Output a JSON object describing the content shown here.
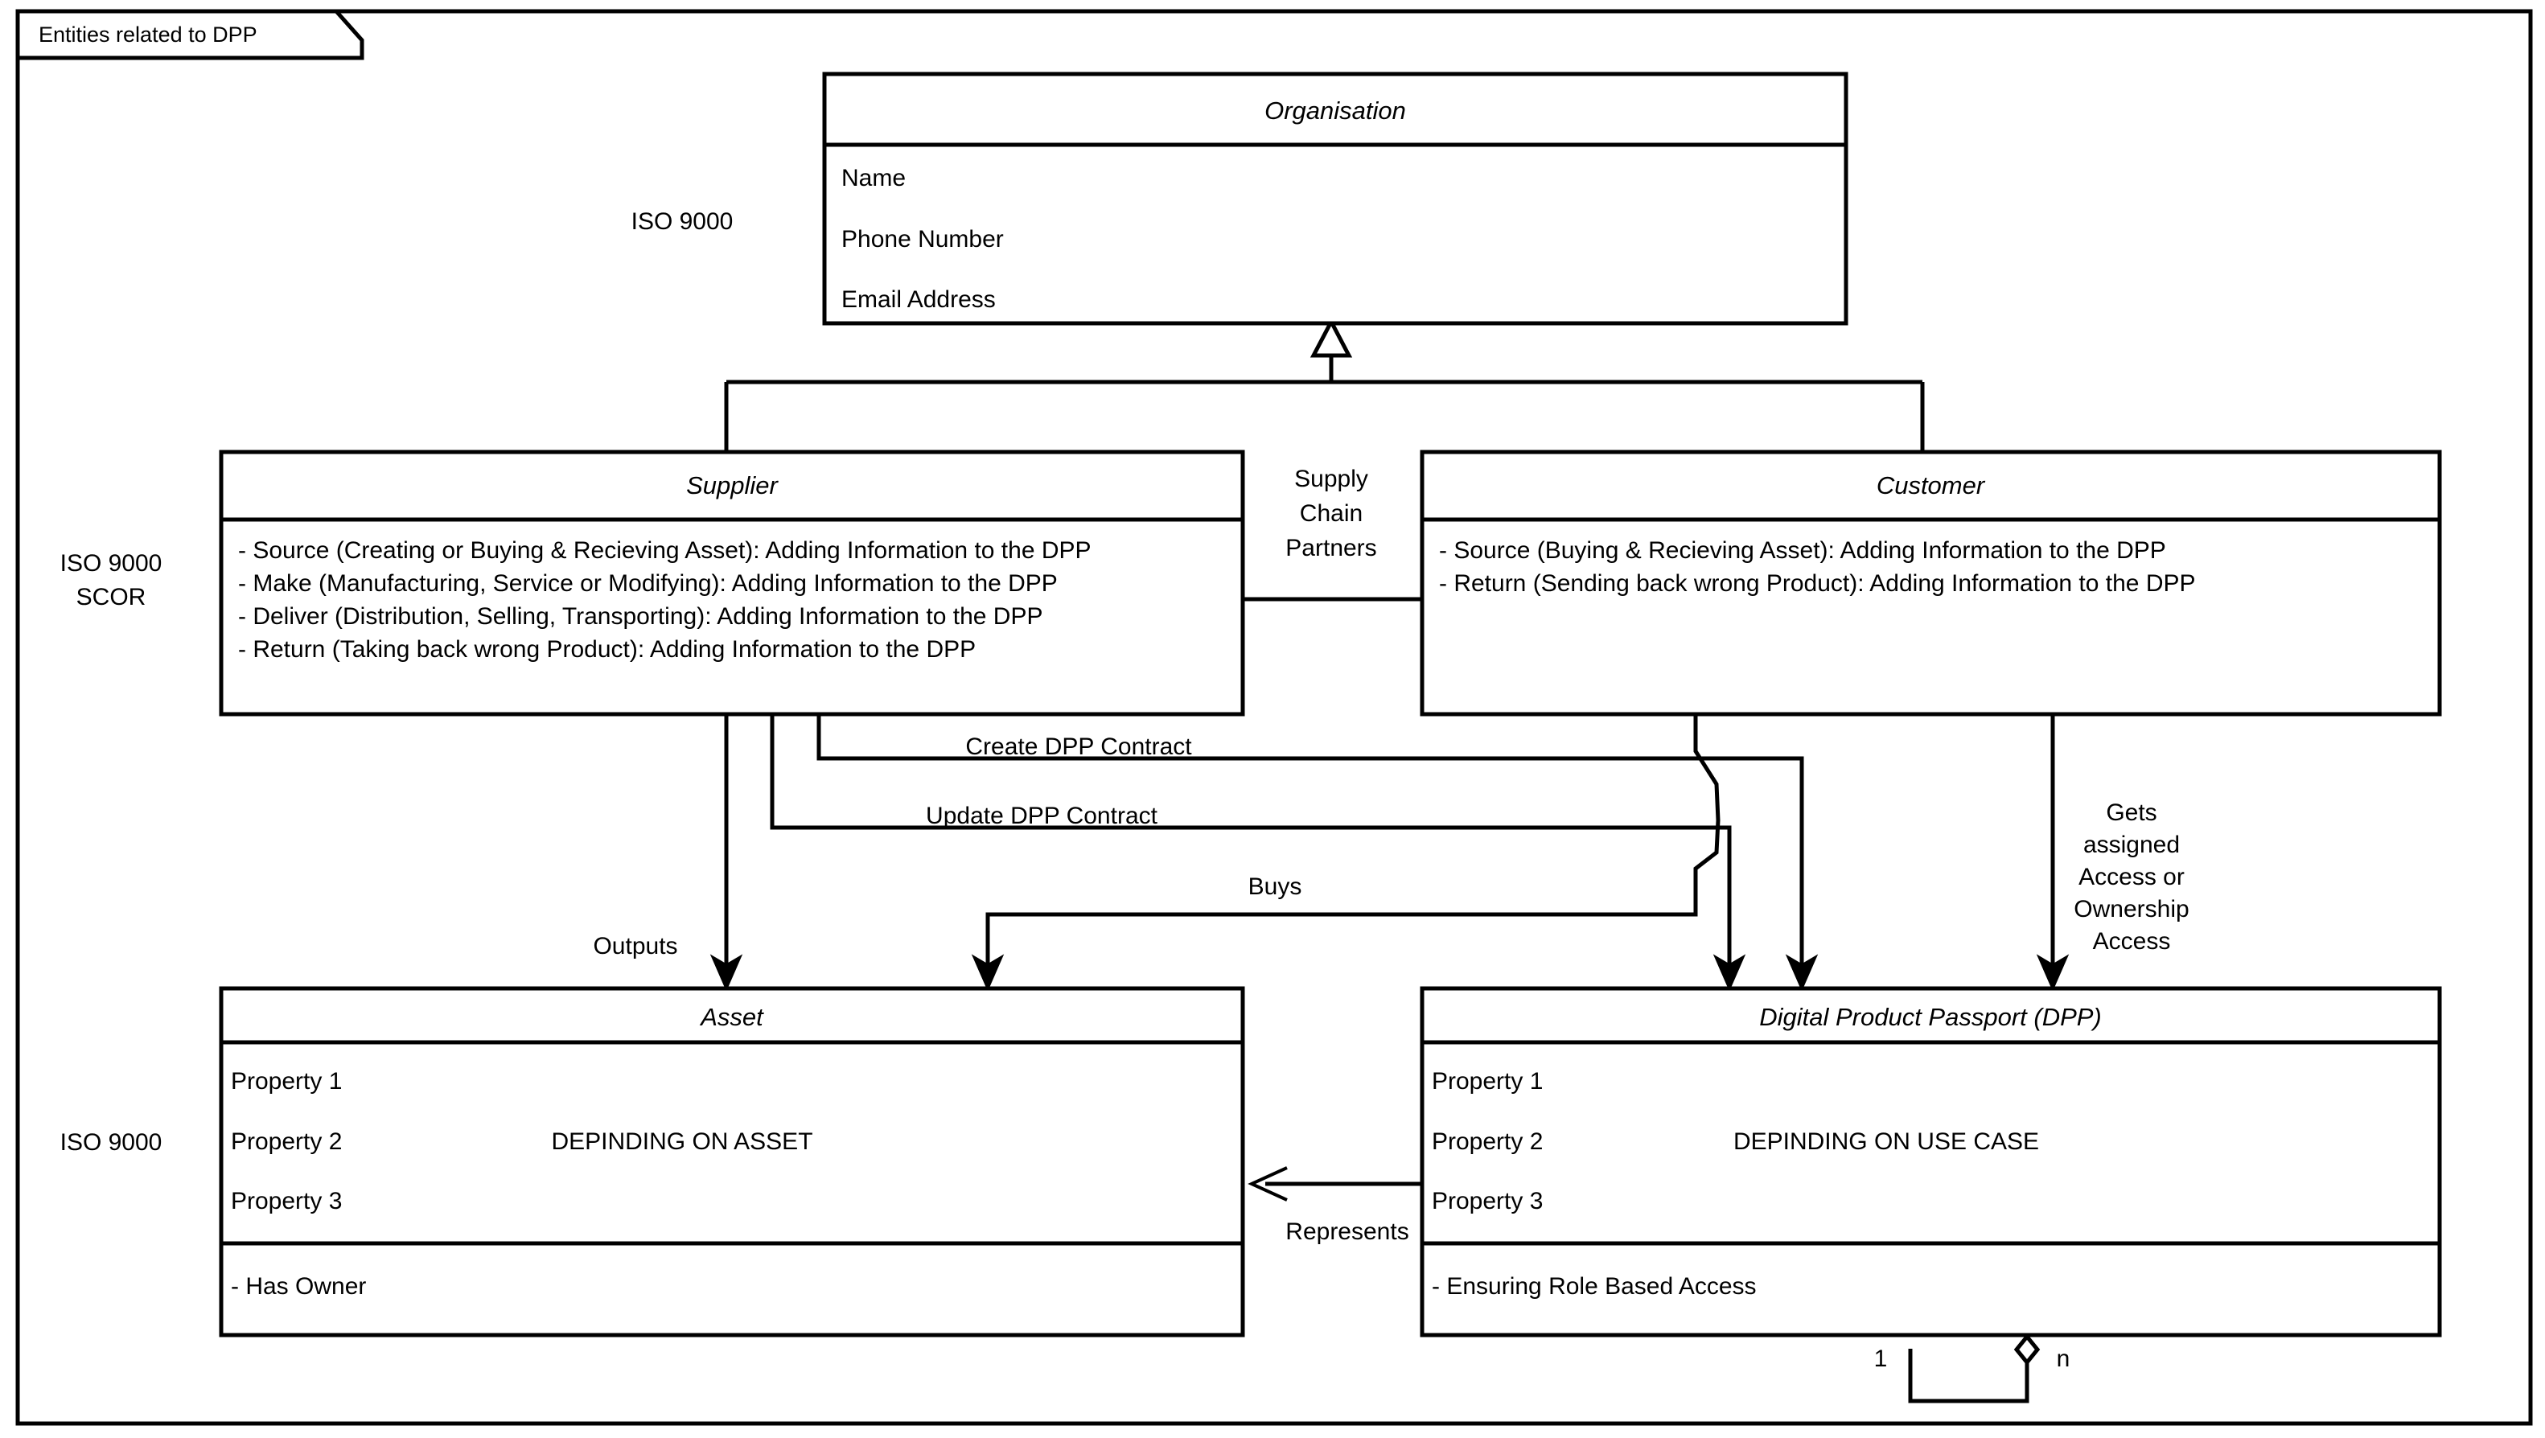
{
  "frame": {
    "label": "Entities related to DPP"
  },
  "side_labels": [
    {
      "lines": [
        "ISO 9000"
      ]
    },
    {
      "lines": [
        "ISO 9000",
        "SCOR"
      ]
    },
    {
      "lines": [
        "ISO 9000"
      ]
    }
  ],
  "classes": {
    "organisation": {
      "title": "Organisation",
      "attributes": [
        "Name",
        "Phone Number",
        "Email Address"
      ]
    },
    "supplier": {
      "title": "Supplier",
      "attributes": [
        "- Source (Creating or Buying & Recieving Asset): Adding Information to the DPP",
        "- Make (Manufacturing, Service or Modifying): Adding Information to the DPP",
        "- Deliver (Distribution, Selling, Transporting): Adding Information to the DPP",
        "- Return (Taking back wrong Product): Adding Information to the DPP"
      ]
    },
    "customer": {
      "title": "Customer",
      "attributes": [
        "- Source (Buying & Recieving Asset): Adding Information to the DPP",
        "- Return (Sending back wrong Product): Adding Information to the DPP"
      ]
    },
    "asset": {
      "title": "Asset",
      "attributes": [
        "Property 1",
        "Property 2",
        "Property 3"
      ],
      "note": "DEPINDING ON ASSET",
      "operations": [
        "- Has Owner"
      ]
    },
    "dpp": {
      "title": "Digital Product Passport (DPP)",
      "attributes": [
        "Property 1",
        "Property 2",
        "Property 3"
      ],
      "note": "DEPINDING ON USE CASE",
      "operations": [
        "- Ensuring Role Based Access"
      ]
    }
  },
  "edge_labels": {
    "supply_chain_partners": [
      "Supply",
      "Chain",
      "Partners"
    ],
    "create_dpp_contract": "Create DPP Contract",
    "update_dpp_contract": "Update DPP Contract",
    "buys": "Buys",
    "outputs": "Outputs",
    "represents": "Represents",
    "gets_assigned": [
      "Gets",
      "assigned",
      "Access or",
      "Ownership",
      "Access"
    ]
  },
  "multiplicities": {
    "one": "1",
    "many": "n"
  },
  "colors": {
    "stroke": "#000000",
    "fill": "#ffffff"
  }
}
